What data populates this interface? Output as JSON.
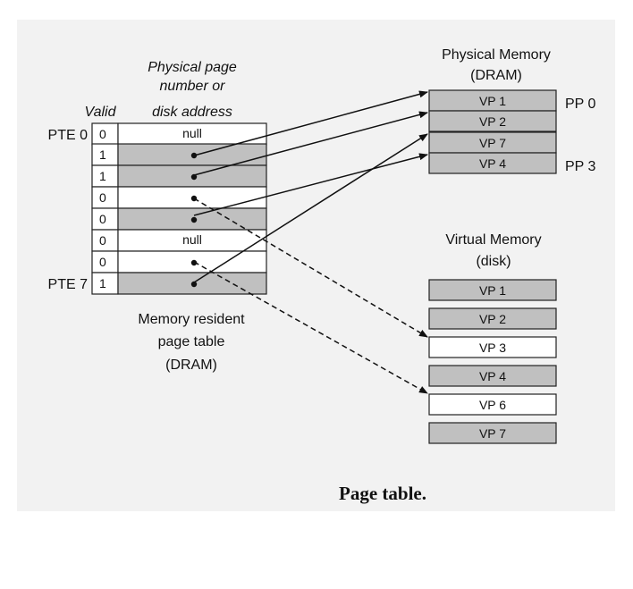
{
  "page_table": {
    "header": {
      "valid": "Valid",
      "ppn_line1": "Physical page",
      "ppn_line2": "number or",
      "ppn_line3": "disk address"
    },
    "rows": [
      {
        "label": "PTE 0",
        "valid": "0",
        "entry": "null",
        "shaded": false
      },
      {
        "label": "",
        "valid": "1",
        "entry": "",
        "shaded": true
      },
      {
        "label": "",
        "valid": "1",
        "entry": "",
        "shaded": true
      },
      {
        "label": "",
        "valid": "0",
        "entry": "",
        "shaded": false
      },
      {
        "label": "",
        "valid": "0",
        "entry": "",
        "shaded": true
      },
      {
        "label": "",
        "valid": "0",
        "entry": "null",
        "shaded": false
      },
      {
        "label": "",
        "valid": "0",
        "entry": "",
        "shaded": false
      },
      {
        "label": "PTE 7",
        "valid": "1",
        "entry": "",
        "shaded": true
      }
    ],
    "caption_line1": "Memory resident",
    "caption_line2": "page table",
    "caption_line3": "(DRAM)"
  },
  "physical_memory": {
    "title_line1": "Physical Memory",
    "title_line2": "(DRAM)",
    "pages": [
      "VP 1",
      "VP 2",
      "VP 7",
      "VP 4"
    ],
    "pp_first": "PP 0",
    "pp_last": "PP 3"
  },
  "virtual_memory": {
    "title_line1": "Virtual Memory",
    "title_line2": "(disk)",
    "pages": [
      {
        "label": "VP 1",
        "shaded": true
      },
      {
        "label": "VP 2",
        "shaded": true
      },
      {
        "label": "VP 3",
        "shaded": false
      },
      {
        "label": "VP 4",
        "shaded": true
      },
      {
        "label": "VP 6",
        "shaded": false
      },
      {
        "label": "VP 7",
        "shaded": true
      }
    ]
  },
  "figure_caption": "Page table.",
  "colors": {
    "panel": "#f2f2f2",
    "shaded": "#c0c0c0",
    "white": "#ffffff",
    "stroke": "#222222"
  }
}
